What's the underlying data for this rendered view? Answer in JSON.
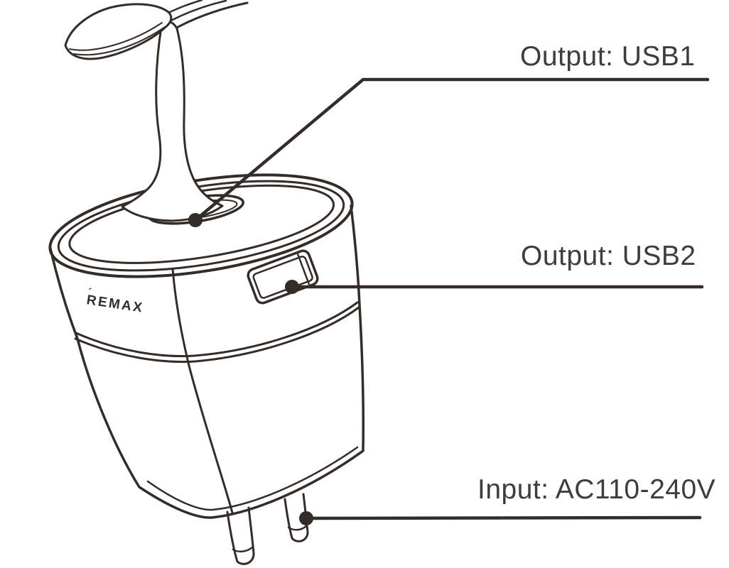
{
  "colors": {
    "background": "#ffffff",
    "line": "#332c28",
    "text": "#3d3d3d"
  },
  "brand": {
    "accent": "´",
    "name": "REMAX"
  },
  "callouts": {
    "usb1": {
      "label": "Output: USB1"
    },
    "usb2": {
      "label": "Output: USB2"
    },
    "input": {
      "label": "Input: AC110-240V"
    }
  }
}
